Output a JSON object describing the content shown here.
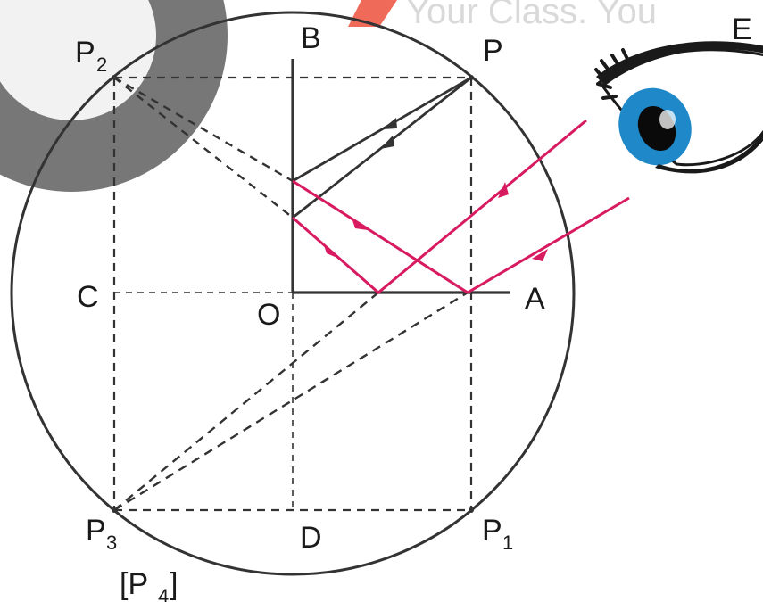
{
  "watermark": {
    "text": "Your Class. You",
    "logo_color": "#5f5f5f",
    "slash_color": "#f06a5a",
    "text_color": "#d9d9d9"
  },
  "colors": {
    "line": "#333333",
    "dashed": "#333333",
    "ray": "#d81b60"
  },
  "labels": {
    "B": "B",
    "P": "P",
    "P2": "P",
    "P2_sub": "2",
    "C": "C",
    "O": "O",
    "A": "A",
    "D": "D",
    "P1": "P",
    "P1_sub": "1",
    "P3": "P",
    "P3_sub": "3",
    "P4_open": "[P",
    "P4_sub": "4",
    "P4_close": "]",
    "E": "E"
  },
  "eye": {
    "icon": "eye-icon",
    "iris_color": "#1e88c8"
  }
}
